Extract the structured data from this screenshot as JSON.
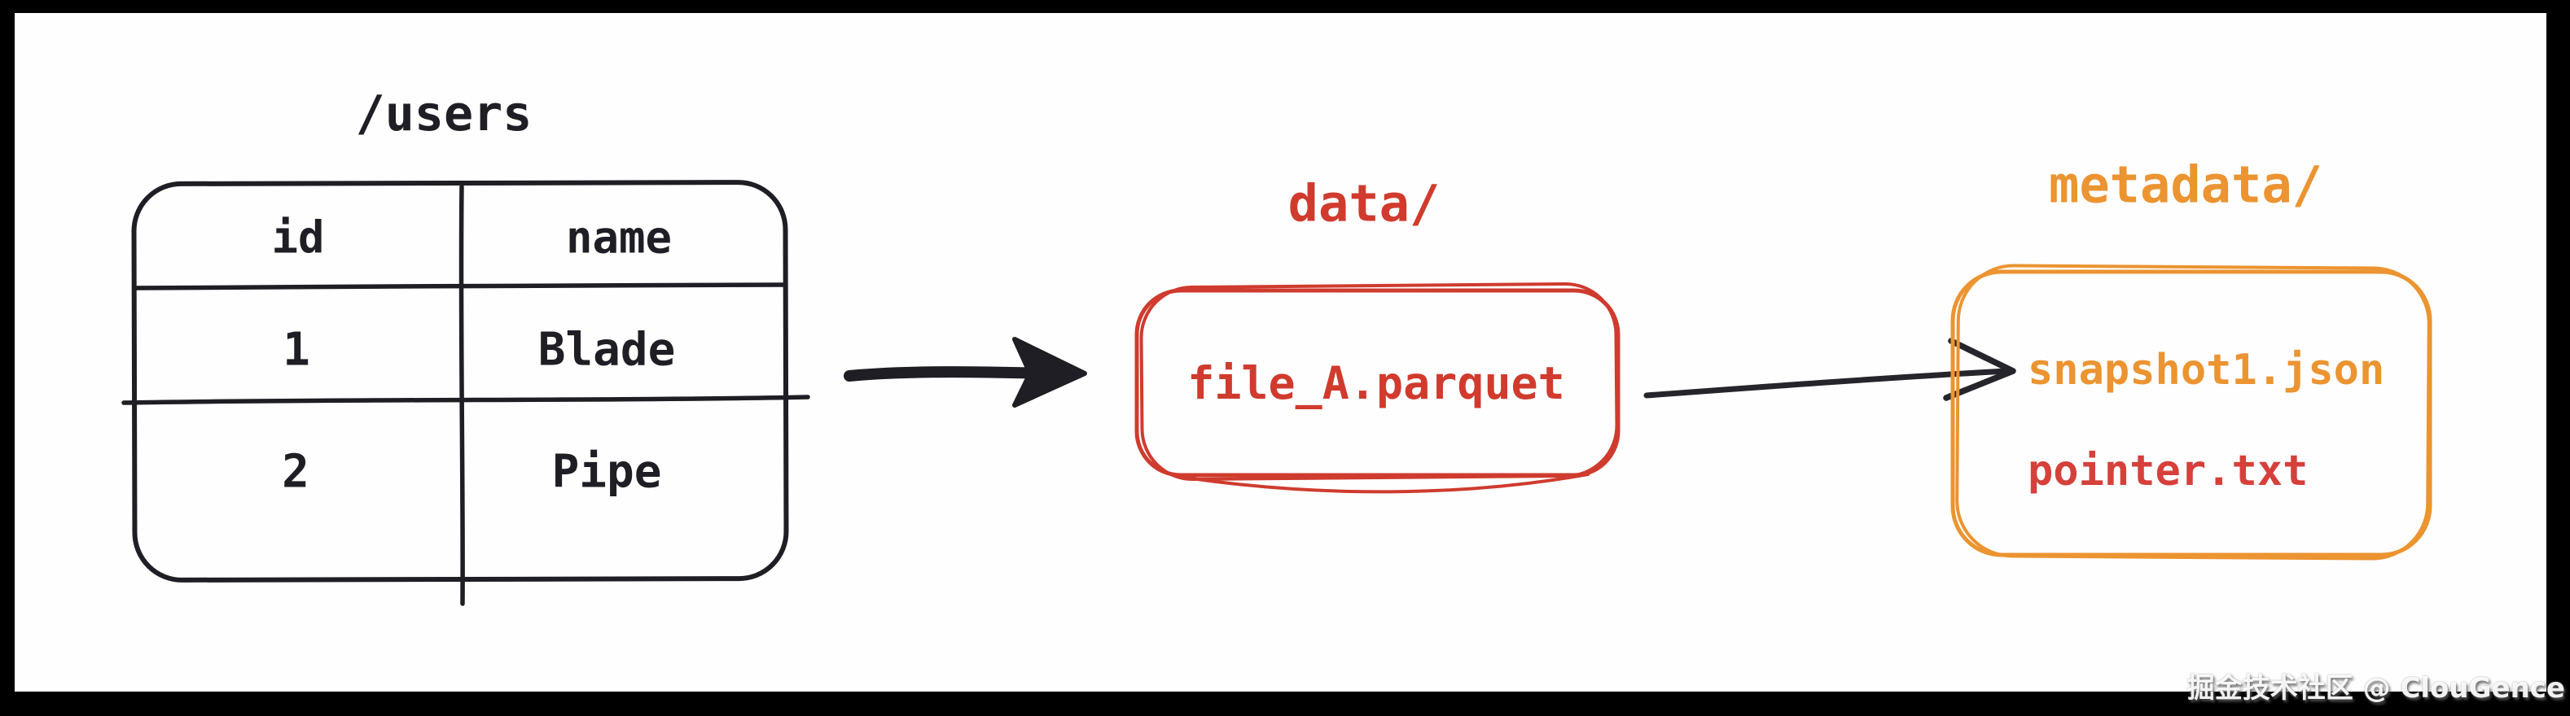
{
  "canvas": {
    "background": "#fefefe",
    "frame_color": "#000000"
  },
  "colors": {
    "ink": "#1e1e24",
    "red": "#d03b2e",
    "orange": "#eb9431",
    "pointer_red": "#d6403a"
  },
  "users_table": {
    "title": "/users",
    "columns": [
      "id",
      "name"
    ],
    "rows": [
      [
        "1",
        "Blade"
      ],
      [
        "2",
        "Pipe"
      ]
    ]
  },
  "data_folder": {
    "label": "data/",
    "file": "file_A.parquet"
  },
  "metadata_folder": {
    "label": "metadata/",
    "files": [
      "snapshot1.json",
      "pointer.txt"
    ]
  },
  "watermark": "掘金技术社区 @ ClouGence"
}
